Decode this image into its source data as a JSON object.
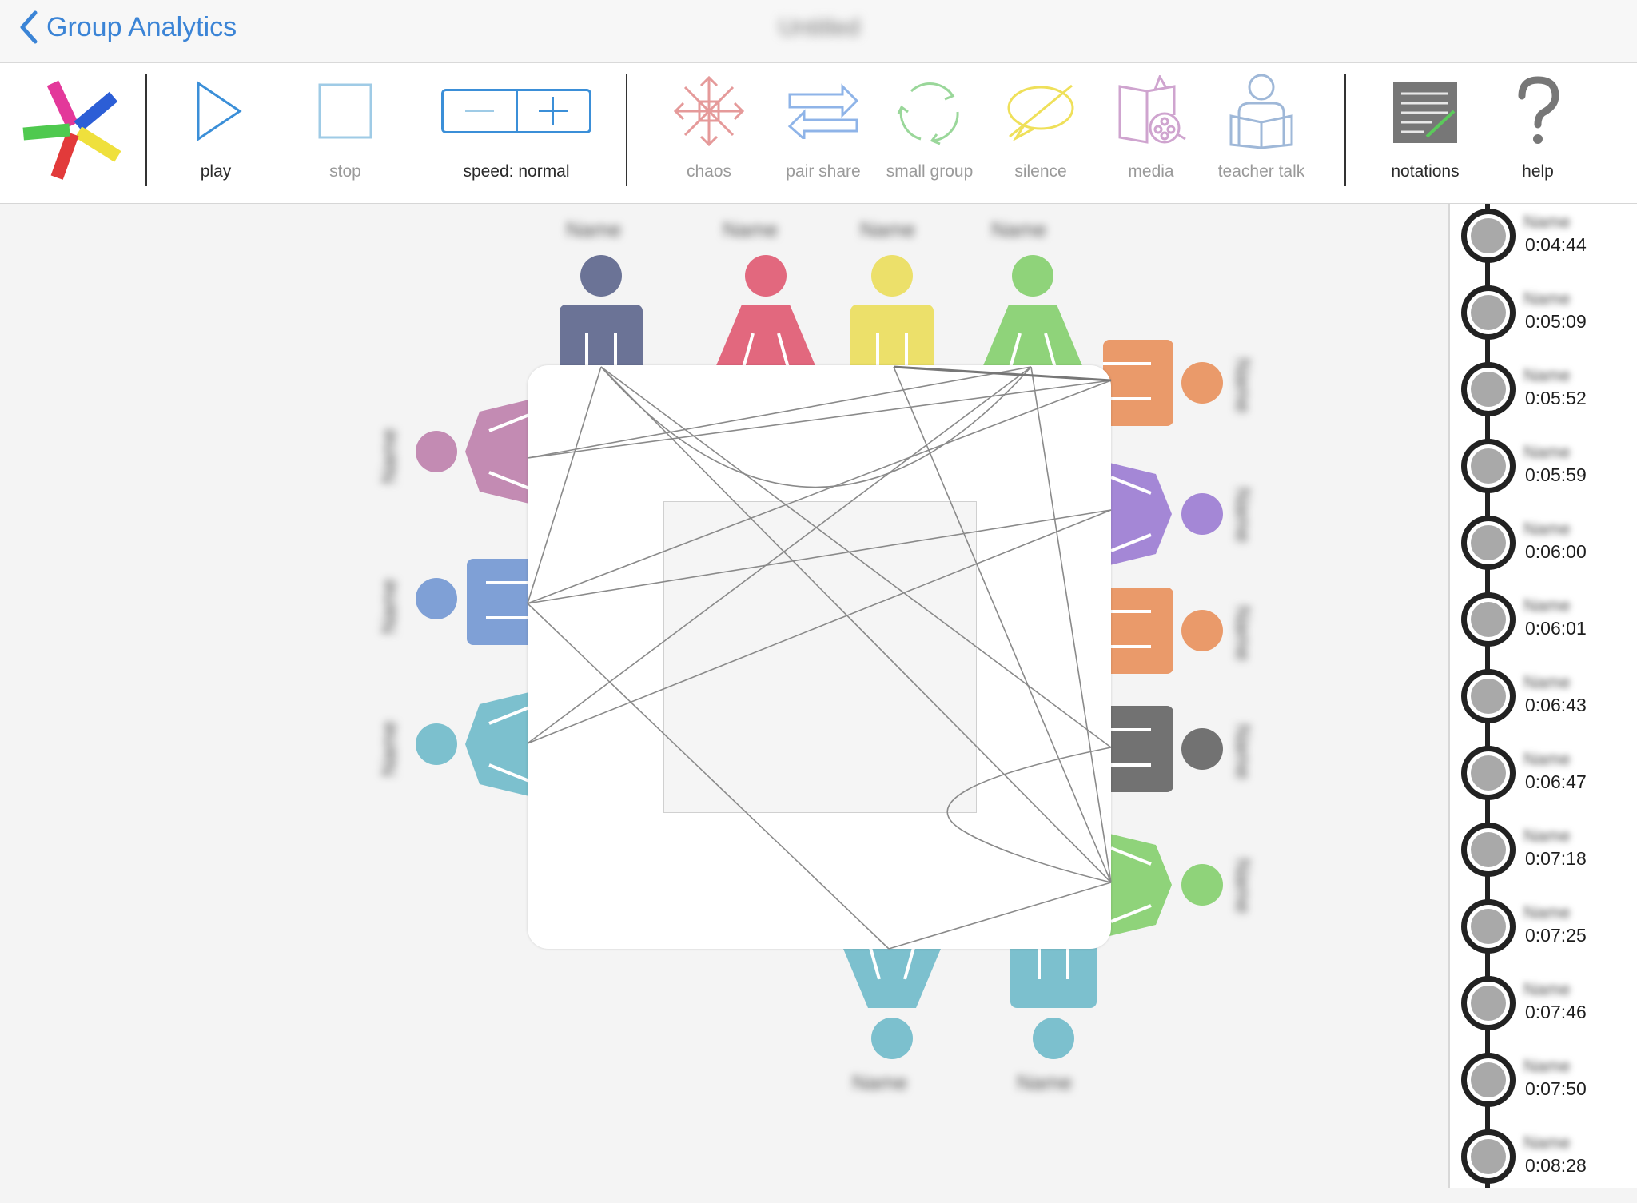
{
  "nav": {
    "back_label": "Group Analytics",
    "title": "Untitled"
  },
  "toolbar": {
    "play": "play",
    "stop": "stop",
    "speed": "speed: normal",
    "chaos": "chaos",
    "pair_share": "pair share",
    "small_group": "small group",
    "silence": "silence",
    "media": "media",
    "teacher_talk": "teacher talk",
    "notations": "notations",
    "help": "help"
  },
  "participants": {
    "top": [
      "Name",
      "Name",
      "Name",
      "Name"
    ],
    "left": [
      "Name",
      "Name",
      "Name"
    ],
    "right": [
      "Name",
      "Name",
      "Name",
      "Name",
      "Name"
    ],
    "bottom": [
      "Name",
      "Name"
    ]
  },
  "timeline": [
    {
      "name": "Name",
      "time": "0:04:44"
    },
    {
      "name": "Name",
      "time": "0:05:09"
    },
    {
      "name": "Name",
      "time": "0:05:52"
    },
    {
      "name": "Name",
      "time": "0:05:59"
    },
    {
      "name": "Name",
      "time": "0:06:00"
    },
    {
      "name": "Name",
      "time": "0:06:01"
    },
    {
      "name": "Name",
      "time": "0:06:43"
    },
    {
      "name": "Name",
      "time": "0:06:47"
    },
    {
      "name": "Name",
      "time": "0:07:18"
    },
    {
      "name": "Name",
      "time": "0:07:25"
    },
    {
      "name": "Name",
      "time": "0:07:46"
    },
    {
      "name": "Name",
      "time": "0:07:50"
    },
    {
      "name": "Name",
      "time": "0:08:28"
    }
  ],
  "colors": {
    "accent": "#3b84d6",
    "person_navy": "#6b7396",
    "person_pink": "#e2687e",
    "person_yellow": "#ece06a",
    "person_green": "#8fd37a",
    "person_orange": "#ea9a6a",
    "person_purple": "#a487d6",
    "person_mauve": "#c38bb3",
    "person_blue": "#7fa0d6",
    "person_teal": "#7cc0ce",
    "person_gray": "#727272"
  }
}
